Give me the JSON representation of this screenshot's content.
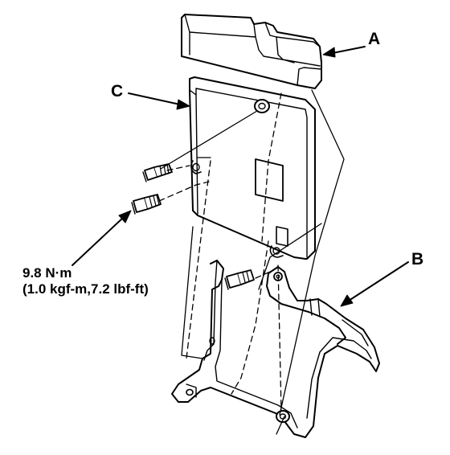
{
  "callouts": {
    "a": "A",
    "b": "B",
    "c": "C"
  },
  "torque": {
    "line1": "9.8 N·m",
    "line2": "(1.0 kgf-m,7.2 lbf-ft)"
  },
  "colors": {
    "ink": "#000000",
    "paper": "#ffffff"
  }
}
